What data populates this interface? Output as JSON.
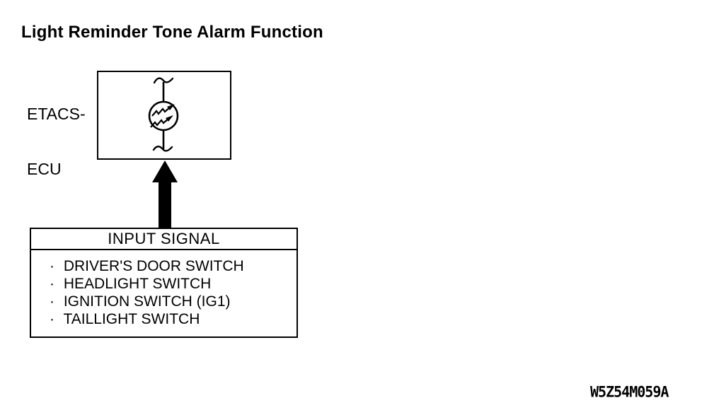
{
  "title": "Light Reminder Tone Alarm Function",
  "colors": {
    "ink": "#000000",
    "background": "#ffffff"
  },
  "diagram": {
    "ecu": {
      "label_line1": "ETACS-",
      "label_line2": "ECU",
      "symbol": "tone-alarm-buzzer"
    },
    "input_signal": {
      "header": "INPUT SIGNAL",
      "bullet": "·",
      "items": [
        "DRIVER'S DOOR SWITCH",
        "HEADLIGHT SWITCH",
        "IGNITION SWITCH (IG1)",
        "TAILLIGHT SWITCH"
      ]
    }
  },
  "figure_code": "W5Z54M059A"
}
